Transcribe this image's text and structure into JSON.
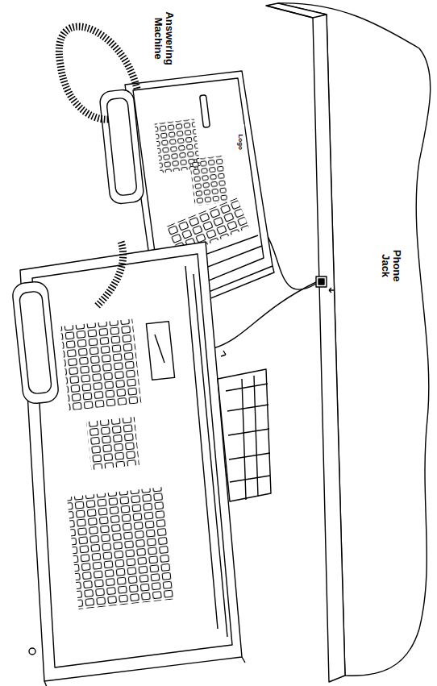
{
  "diagram": {
    "labels": [
      "Answering Machine",
      "Phone Jack",
      "Logo"
    ]
  }
}
